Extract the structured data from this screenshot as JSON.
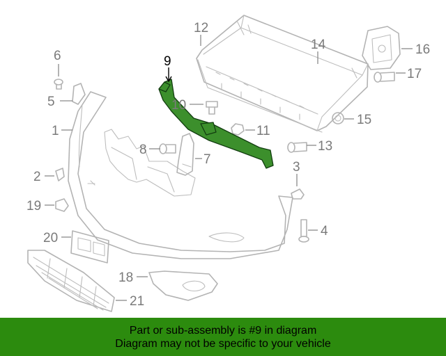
{
  "diagram": {
    "callouts": {
      "c1": "1",
      "c2": "2",
      "c3": "3",
      "c4": "4",
      "c5": "5",
      "c6": "6",
      "c7": "7",
      "c8": "8",
      "c9": "9",
      "c10": "10",
      "c11": "11",
      "c12": "12",
      "c13": "13",
      "c14": "14",
      "c15": "15",
      "c16": "16",
      "c17": "17",
      "c18": "18",
      "c19": "19",
      "c20": "20",
      "c21": "21"
    },
    "highlighted_part": "9",
    "colors": {
      "part_line": "#b3b3b3",
      "highlight_fill": "#3c8f2c",
      "highlight_stroke": "#123d10"
    }
  },
  "banner": {
    "line1": "Part or sub-assembly is #9 in diagram",
    "line2": "Diagram may not be specific to your vehicle",
    "background": "#2c8b0e"
  }
}
